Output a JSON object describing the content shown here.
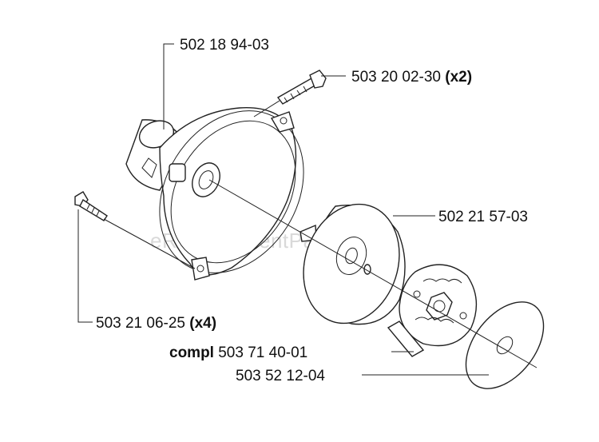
{
  "watermark": "eReplacementParts.com",
  "callouts": {
    "housing": {
      "part_number": "502 18 94-03"
    },
    "screw_top": {
      "part_number": "503 20 02-30",
      "quantity": "(x2)"
    },
    "clutch_drum": {
      "part_number": "502 21 57-03"
    },
    "screw_left": {
      "part_number": "503 21 06-25",
      "quantity": "(x4)"
    },
    "clutch_assembly": {
      "prefix": "compl",
      "part_number": "503 71 40-01"
    },
    "washer": {
      "part_number": "503 52 12-04"
    }
  }
}
